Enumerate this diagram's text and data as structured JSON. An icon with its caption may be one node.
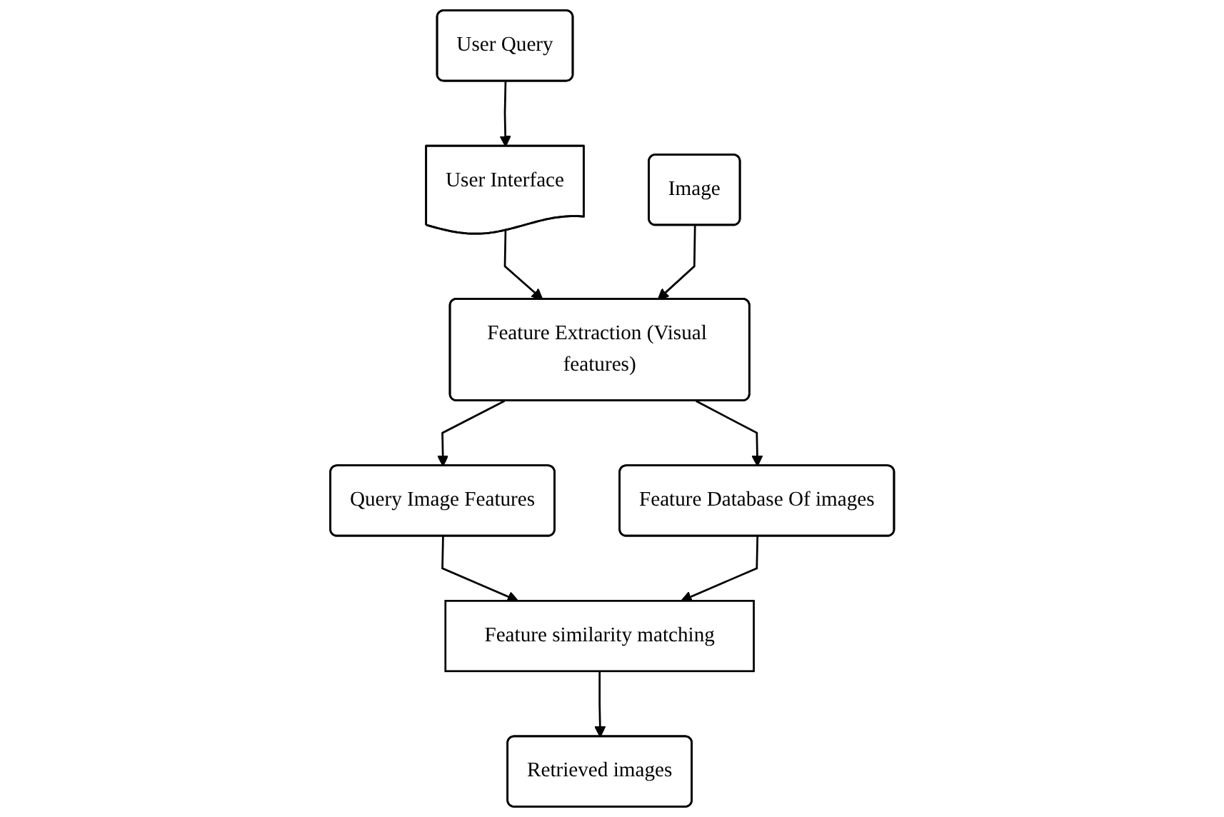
{
  "diagram": {
    "nodes": [
      {
        "text": [
          "User Query"
        ]
      },
      {
        "text": [
          "Image"
        ]
      },
      {
        "text": [
          "User Interface"
        ]
      },
      {
        "text": [
          "Feature Extraction (Visual features)"
        ]
      },
      {
        "text": [
          "Query Image Features"
        ]
      },
      {
        "text": [
          "Feature similarity matching"
        ]
      },
      {
        "text": [
          "Feature Database Of images"
        ]
      },
      {
        "text": [
          "Retrieved images"
        ]
      }
    ],
    "edges": [
      {
        "from": 0,
        "to": 2,
        "arrow": "to"
      },
      {
        "from": 2,
        "to": 3,
        "arrow": "to"
      },
      {
        "from": 1,
        "to": 3,
        "arrow": "to"
      },
      {
        "from": 3,
        "to": 4,
        "arrow": "to"
      },
      {
        "from": 3,
        "to": 6,
        "arrow": "to"
      },
      {
        "from": 4,
        "to": 5,
        "arrow": "to"
      },
      {
        "from": 6,
        "to": 5,
        "arrow": "to"
      },
      {
        "from": 5,
        "to": 7,
        "arrow": "to"
      }
    ]
  }
}
